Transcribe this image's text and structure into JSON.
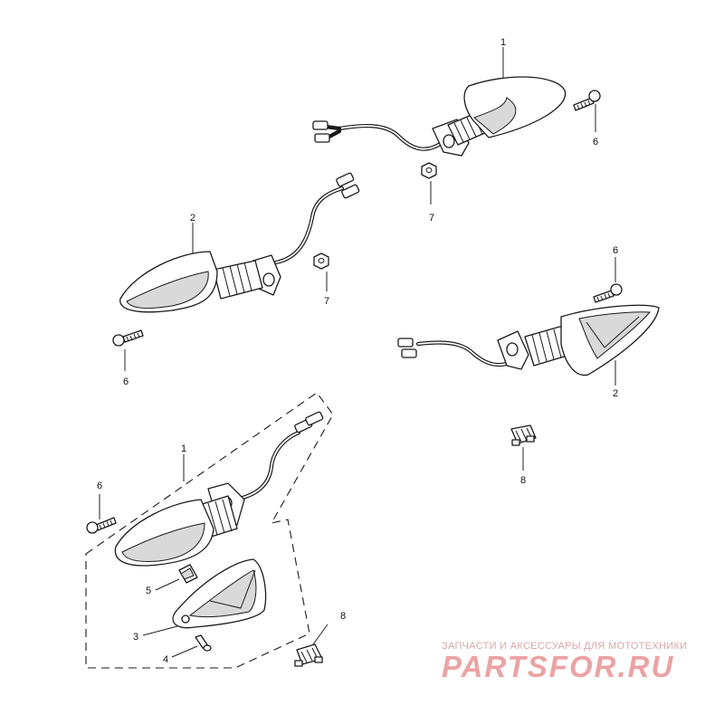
{
  "callouts": {
    "top_right_lamp_1": "1",
    "top_right_bolt_6": "6",
    "top_right_nut_7": "7",
    "left_lamp_2": "2",
    "left_nut_7": "7",
    "left_bolt_6": "6",
    "right_bolt_6": "6",
    "right_lamp_2": "2",
    "right_clip_8": "8",
    "assembly_1": "1",
    "assembly_bolt_6": "6",
    "assembly_bulb_5": "5",
    "assembly_lens_3": "3",
    "assembly_screw_4": "4",
    "assembly_clip_8": "8"
  },
  "watermark": {
    "tagline": "ЗАПЧАСТИ И АКСЕССУАРЫ ДЛЯ МОТОТЕХНИКИ",
    "logo": "PARTSFOR.RU"
  }
}
